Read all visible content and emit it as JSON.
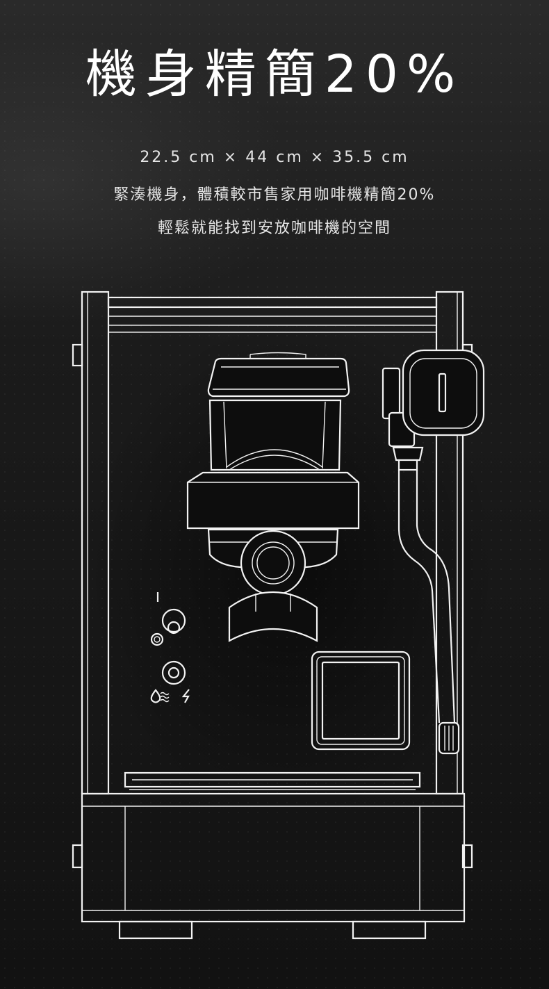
{
  "headline": {
    "title": "機身精簡20%"
  },
  "description": {
    "dimensions": "22.5 cm × 44 cm × 35.5 cm",
    "line1": "緊湊機身，體積較市售家用咖啡機精簡20%",
    "line2": "輕鬆就能找到安放咖啡機的空間"
  },
  "icons": {
    "machine": "espresso-machine-line-drawing",
    "water": "water-drop-icon",
    "steam": "steam-wave-icon",
    "power": "lightning-bolt-icon",
    "switch": "toggle-switch-icon",
    "knob": "control-knob-icon"
  },
  "colors": {
    "background": "#151515",
    "line": "#f2f2f2",
    "text": "#ffffff"
  }
}
